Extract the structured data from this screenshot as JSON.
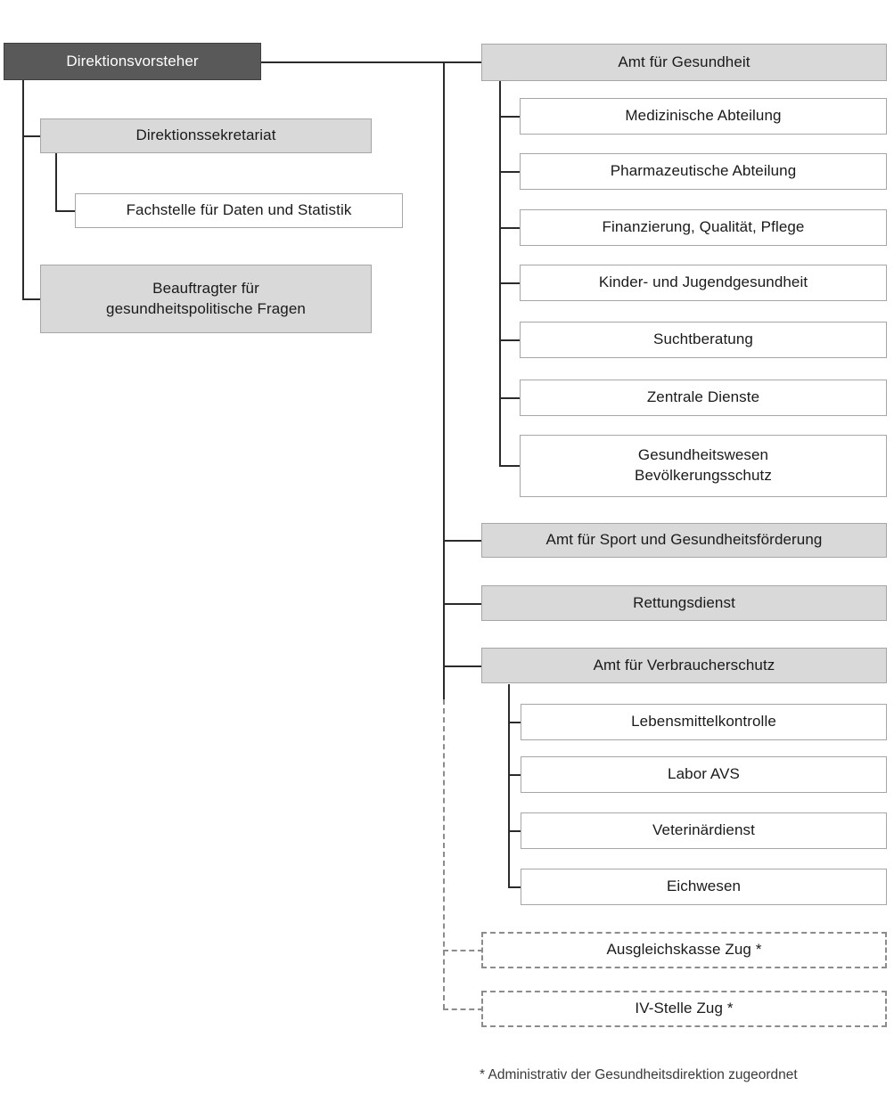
{
  "diagram": {
    "title": "Organigramm Gesundheitsdirektion",
    "colors": {
      "root_fill": "#595959",
      "root_text": "#ffffff",
      "unit_fill": "#d9d9d9",
      "subunit_fill": "#ffffff",
      "border": "#a6a6a6",
      "connector": "#2b2b2b",
      "dashed_connector": "#8c8c8c"
    },
    "root": {
      "label": "Direktionsvorsteher"
    },
    "staff_units": [
      {
        "label": "Direktionssekretariat",
        "style": "grey"
      },
      {
        "label": "Fachstelle für Daten und Statistik",
        "style": "white"
      },
      {
        "label": "Beauftragter für\ngesundheitspolitische Fragen",
        "style": "grey"
      }
    ],
    "offices": [
      {
        "label": "Amt für Gesundheit",
        "style": "grey",
        "children": [
          {
            "label": "Medizinische Abteilung"
          },
          {
            "label": "Pharmazeutische Abteilung"
          },
          {
            "label": "Finanzierung, Qualität, Pflege"
          },
          {
            "label": "Kinder- und Jugendgesundheit"
          },
          {
            "label": "Suchtberatung"
          },
          {
            "label": "Zentrale Dienste"
          },
          {
            "label": "Gesundheitswesen\nBevölkerungsschutz"
          }
        ]
      },
      {
        "label": "Amt für Sport und Gesundheitsförderung",
        "style": "grey",
        "children": []
      },
      {
        "label": "Rettungsdienst",
        "style": "grey",
        "children": []
      },
      {
        "label": "Amt für Verbraucherschutz",
        "style": "grey",
        "children": [
          {
            "label": "Lebensmittelkontrolle"
          },
          {
            "label": "Labor AVS"
          },
          {
            "label": "Veterinärdienst"
          },
          {
            "label": "Eichwesen"
          }
        ]
      }
    ],
    "affiliated_units": [
      {
        "label": "Ausgleichskasse Zug *",
        "style": "dashed"
      },
      {
        "label": "IV-Stelle Zug *",
        "style": "dashed"
      }
    ],
    "footnote": "* Administrativ der Gesundheitsdirektion zugeordnet"
  }
}
